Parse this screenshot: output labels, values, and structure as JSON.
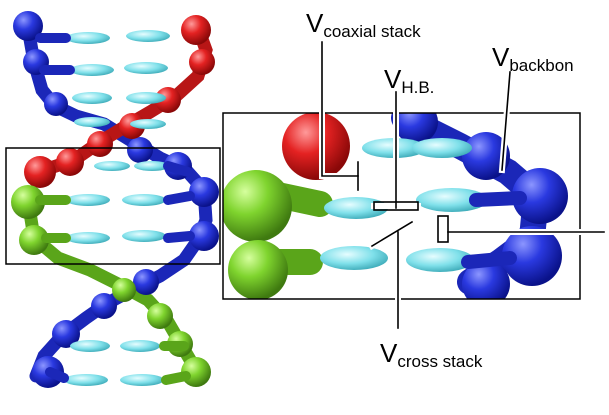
{
  "labels": {
    "coaxial": {
      "main": "V",
      "sub": "coaxial stack"
    },
    "hb": {
      "main": "V",
      "sub": "H.B."
    },
    "backbone": {
      "main": "V",
      "sub": "backbon"
    },
    "cross": {
      "main": "V",
      "sub": "cross stack"
    }
  },
  "colors": {
    "strand_a": "#2432d6",
    "strand_b": "#e02020",
    "strand_c": "#7bd430",
    "base": "#7fe0ea",
    "frame": "#000000",
    "leader_glow": "#ffffff"
  }
}
